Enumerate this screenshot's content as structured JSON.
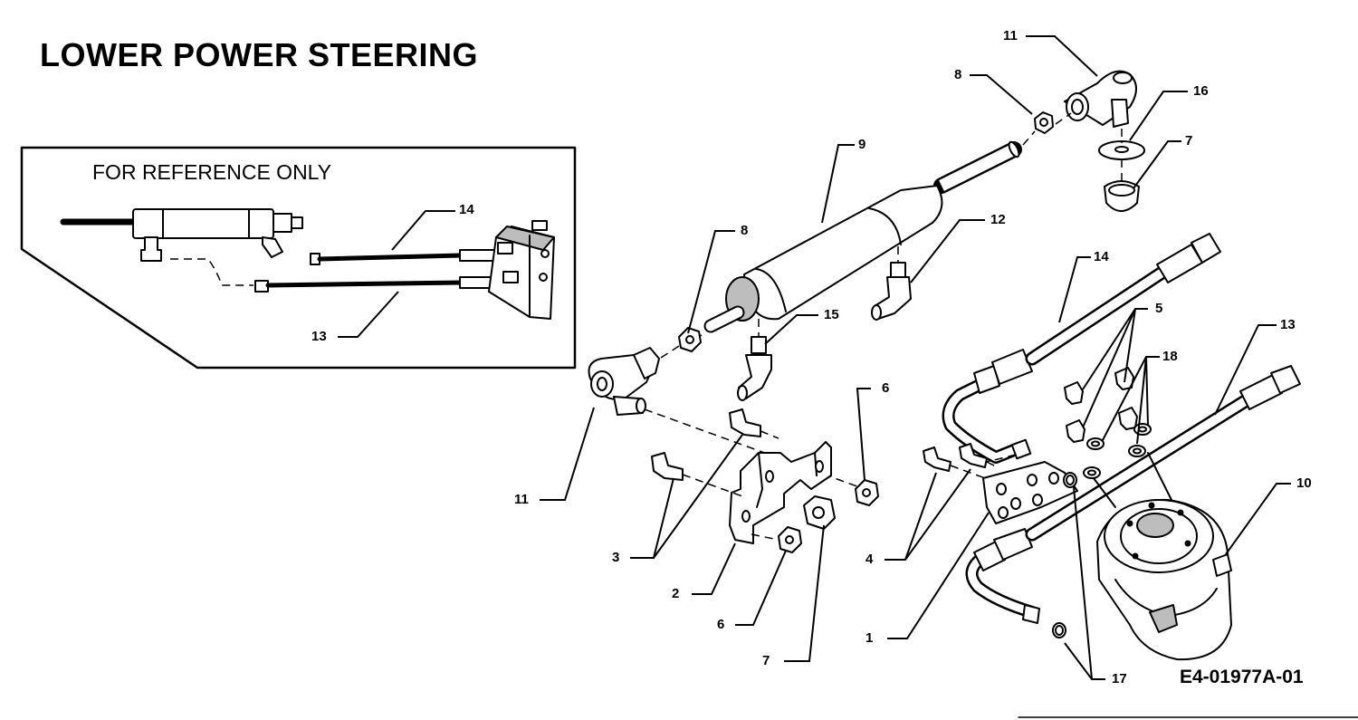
{
  "title": "LOWER POWER STEERING",
  "reference_note": "FOR REFERENCE ONLY",
  "diagram_code": "E4-01977A-01",
  "callouts": {
    "ref_14": "14",
    "ref_13": "13",
    "c11_top": "11",
    "c8_top": "8",
    "c16": "16",
    "c7_top": "7",
    "c9": "9",
    "c8_mid": "8",
    "c12": "12",
    "c15": "15",
    "c14": "14",
    "c5": "5",
    "c18": "18",
    "c13": "13",
    "c6_right": "6",
    "c10": "10",
    "c11_left": "11",
    "c3": "3",
    "c2": "2",
    "c6_bottom": "6",
    "c7_bottom": "7",
    "c4": "4",
    "c1": "1",
    "c17": "17"
  }
}
